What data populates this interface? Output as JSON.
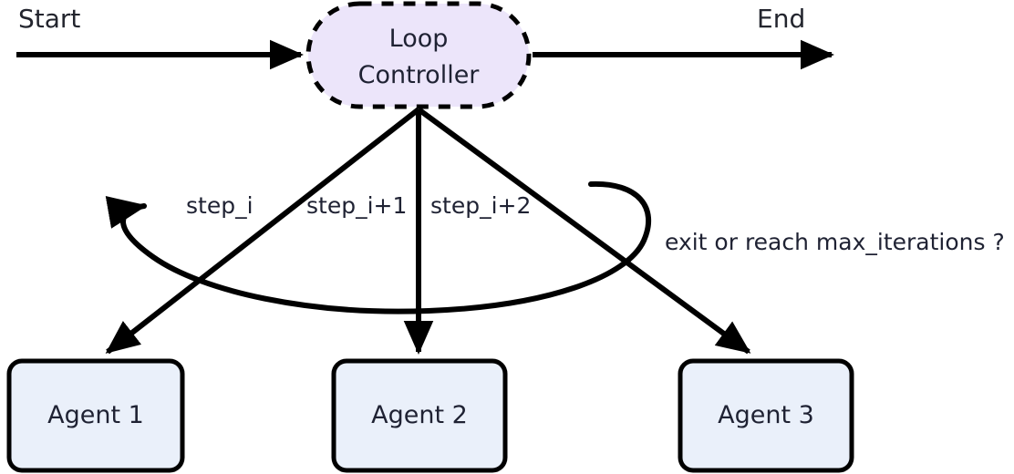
{
  "diagram": {
    "type": "flowchart",
    "background_color": "#ffffff",
    "terminals": {
      "start_label": "Start",
      "end_label": "End"
    },
    "controller": {
      "label_line_1": "Loop",
      "label_line_2": "Controller",
      "shape": "stadium",
      "fill_color": "#ece5fa",
      "border_color": "#000000",
      "border_style": "dashed"
    },
    "agents": [
      {
        "label": "Agent 1",
        "fill_color": "#eaf0fa",
        "border_color": "#000000"
      },
      {
        "label": "Agent 2",
        "fill_color": "#eaf0fa",
        "border_color": "#000000"
      },
      {
        "label": "Agent 3",
        "fill_color": "#eaf0fa",
        "border_color": "#000000"
      }
    ],
    "step_labels": [
      "step_i",
      "step_i+1",
      "step_i+2"
    ],
    "feedback_label": "exit or reach max_iterations ?",
    "line_color": "#000000"
  }
}
